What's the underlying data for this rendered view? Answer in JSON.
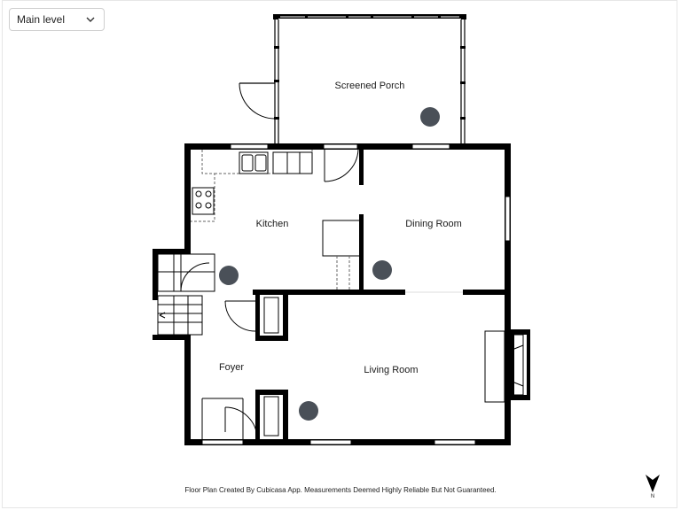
{
  "level_selector": {
    "value": "Main level",
    "icon": "chevron-down-icon"
  },
  "rooms": {
    "screened_porch": "Screened Porch",
    "kitchen": "Kitchen",
    "dining_room": "Dining Room",
    "foyer": "Foyer",
    "living_room": "Living Room"
  },
  "footer": {
    "disclaimer": "Floor Plan Created By Cubicasa App. Measurements Deemed Highly Reliable But Not Guaranteed."
  },
  "compass": {
    "label": "N",
    "icon": "north-arrow-icon"
  },
  "colors": {
    "wall": "#000000",
    "marker": "#4a5058",
    "background": "#ffffff"
  }
}
